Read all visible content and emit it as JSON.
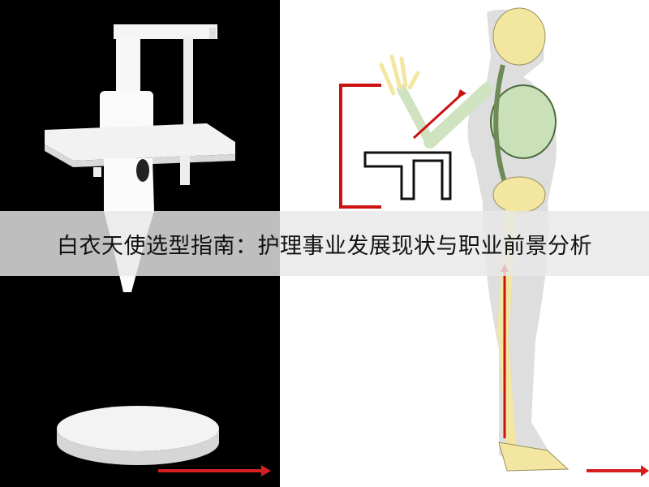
{
  "banner": {
    "title": "白衣天使选型指南：护理事业发展现状与职业前景分析"
  },
  "left_image": {
    "subject": "white-apparatus-on-stand",
    "background": "#000000",
    "arrow_color": "#d62020"
  },
  "right_image": {
    "subject": "human-skeleton-posture",
    "arrow_color": "#d62020"
  },
  "colors": {
    "banner_bg": "#e8e8e8",
    "bone": "#f2e6a0",
    "body": "#d8d8d8",
    "marker": "#cc1111"
  }
}
